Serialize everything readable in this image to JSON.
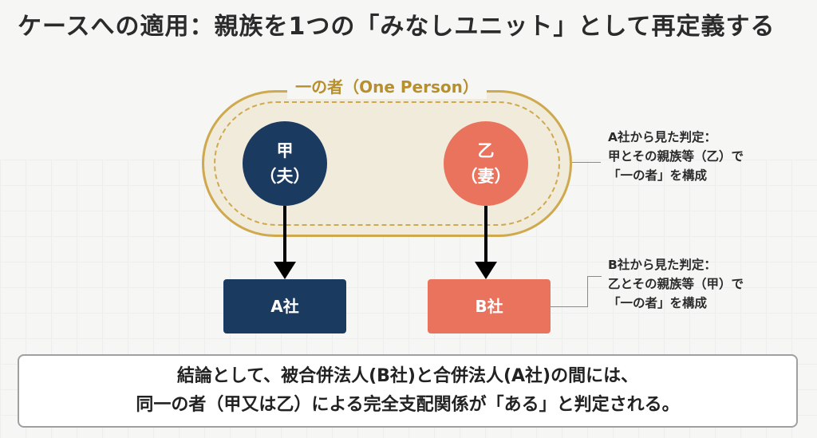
{
  "title": "ケースへの適用：親族を1つの「みなしユニット」として再定義する",
  "group": {
    "label": "一の者（One Person）"
  },
  "persons": {
    "a": {
      "name": "甲",
      "role": "（夫）"
    },
    "b": {
      "name": "乙",
      "role": "（妻）"
    }
  },
  "companies": {
    "a": {
      "label": "A社"
    },
    "b": {
      "label": "B社"
    }
  },
  "notes": {
    "a": {
      "line1": "A社から見た判定：",
      "line2": "甲とその親族等（乙）で",
      "line3": "「一の者」を構成"
    },
    "b": {
      "line1": "B社から見た判定：",
      "line2": "乙とその親族等（甲）で",
      "line3": "「一の者」を構成"
    }
  },
  "conclusion": {
    "line1": "結論として、被合併法人(B社)と合併法人(A社)の間には、",
    "line2": "同一の者（甲又は乙）による完全支配関係が「ある」と判定される。"
  },
  "colors": {
    "navy": "#1b3a60",
    "coral": "#ea735d",
    "gold": "#cfa94e",
    "group_fill": "#f1ebdb"
  }
}
